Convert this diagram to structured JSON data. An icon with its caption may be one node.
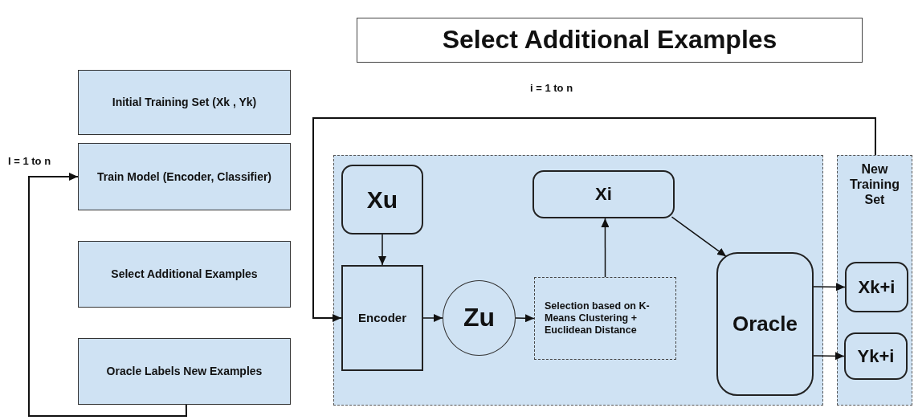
{
  "diagram": {
    "nodes": [
      {
        "text": [
          "Select Additional Examples"
        ]
      },
      {
        "text": [
          "Initial Training Set (Xk , Yk)"
        ]
      },
      {
        "text": [
          "Train Model (Encoder, Classifier)"
        ]
      },
      {
        "text": [
          "Select Additional Examples"
        ]
      },
      {
        "text": [
          "Oracle Labels New Examples"
        ]
      },
      {
        "text": [],
        "shape": "box"
      },
      {
        "text": [
          "Xu"
        ],
        "in": 5
      },
      {
        "text": [
          "Xi"
        ],
        "in": 5
      },
      {
        "text": [
          "Encoder"
        ],
        "in": 5
      },
      {
        "text": [
          "Zu"
        ],
        "in": 5
      },
      {
        "text": [
          "Selection based on K-Means Clustering + Euclidean Distance"
        ],
        "in": 5
      },
      {
        "text": [
          "Oracle"
        ],
        "in": 5
      },
      {
        "text": [
          "New Training Set"
        ]
      },
      {
        "text": [
          "Xk+i"
        ],
        "in": 12
      },
      {
        "text": [
          "Yk+i"
        ],
        "in": 12
      }
    ],
    "edges": [
      {
        "from": 4,
        "to": 2,
        "arrow": "to"
      },
      {
        "from": 12,
        "to": 8,
        "arrow": "to"
      },
      {
        "from": 6,
        "to": 8,
        "arrow": "to"
      },
      {
        "from": 8,
        "to": 9,
        "arrow": "to"
      },
      {
        "from": 9,
        "to": 10,
        "arrow": "to"
      },
      {
        "from": 10,
        "to": 7,
        "arrow": "to"
      },
      {
        "from": 7,
        "to": 11,
        "arrow": "to"
      },
      {
        "from": 11,
        "to": 13,
        "arrow": "to"
      },
      {
        "from": 11,
        "to": 14,
        "arrow": "to"
      }
    ],
    "labels": [
      "i = 1 to n",
      "I = 1 to n"
    ]
  }
}
